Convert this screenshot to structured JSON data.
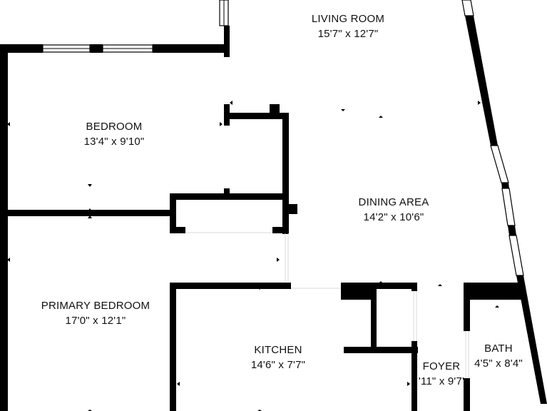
{
  "colors": {
    "wall": "#000000",
    "background": "#ffffff",
    "label": "#111111"
  },
  "rooms": [
    {
      "id": "living-room",
      "name": "LIVING ROOM",
      "dimensions": "15'7\" x 12'7\""
    },
    {
      "id": "bedroom",
      "name": "BEDROOM",
      "dimensions": "13'4\" x 9'10\""
    },
    {
      "id": "dining-area",
      "name": "DINING AREA",
      "dimensions": "14'2\" x 10'6\""
    },
    {
      "id": "primary-bedroom",
      "name": "PRIMARY BEDROOM",
      "dimensions": "17'0\" x 12'1\""
    },
    {
      "id": "kitchen",
      "name": "KITCHEN",
      "dimensions": "14'6\" x 7'7\""
    },
    {
      "id": "foyer",
      "name": "FOYER",
      "dimensions": "'11\" x 9'7'"
    },
    {
      "id": "bath",
      "name": "BATH",
      "dimensions": "4'5\" x 8'4\""
    }
  ]
}
